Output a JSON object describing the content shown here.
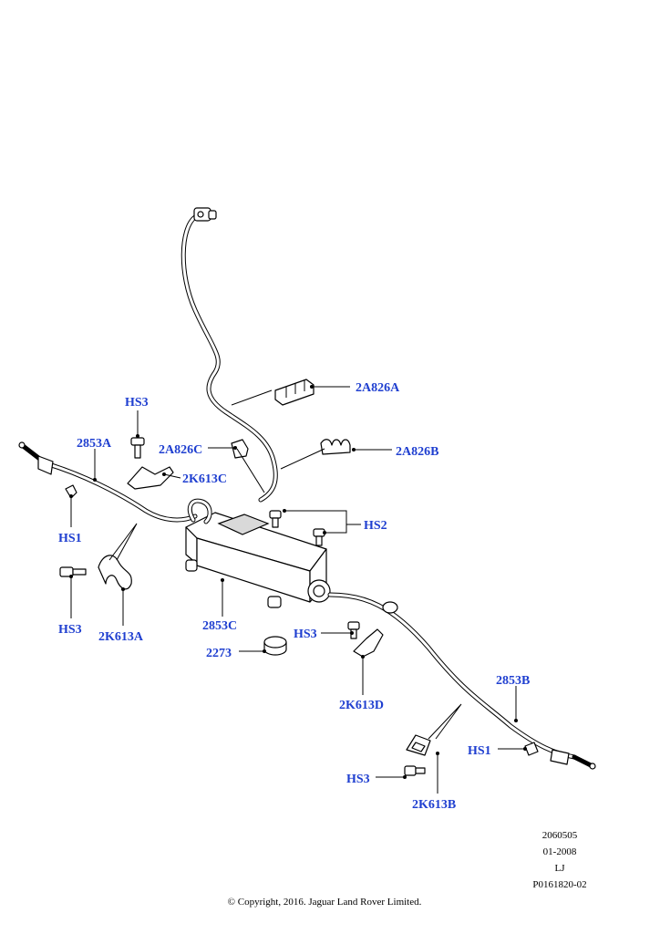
{
  "diagram": {
    "callouts": {
      "c_2a826a": "2A826A",
      "c_2a826b": "2A826B",
      "c_2a826c": "2A826C",
      "c_2k613c": "2K613C",
      "c_2853a": "2853A",
      "c_hs3_top": "HS3",
      "c_hs1_left": "HS1",
      "c_hs3_left": "HS3",
      "c_2k613a": "2K613A",
      "c_hs2": "HS2",
      "c_2853c": "2853C",
      "c_2273": "2273",
      "c_hs3_mid": "HS3",
      "c_2k613d": "2K613D",
      "c_2853b": "2853B",
      "c_hs1_right": "HS1",
      "c_hs3_bottom": "HS3",
      "c_2k613b": "2K613B"
    },
    "meta": {
      "line1": "2060505",
      "line2": "01-2008",
      "line3": "LJ",
      "line4": "P0161820-02"
    },
    "copyright": "© Copyright, 2016. Jaguar Land Rover Limited.",
    "colors": {
      "callout_text": "#1f3fd0",
      "line_art": "#000000",
      "background": "#ffffff"
    }
  }
}
